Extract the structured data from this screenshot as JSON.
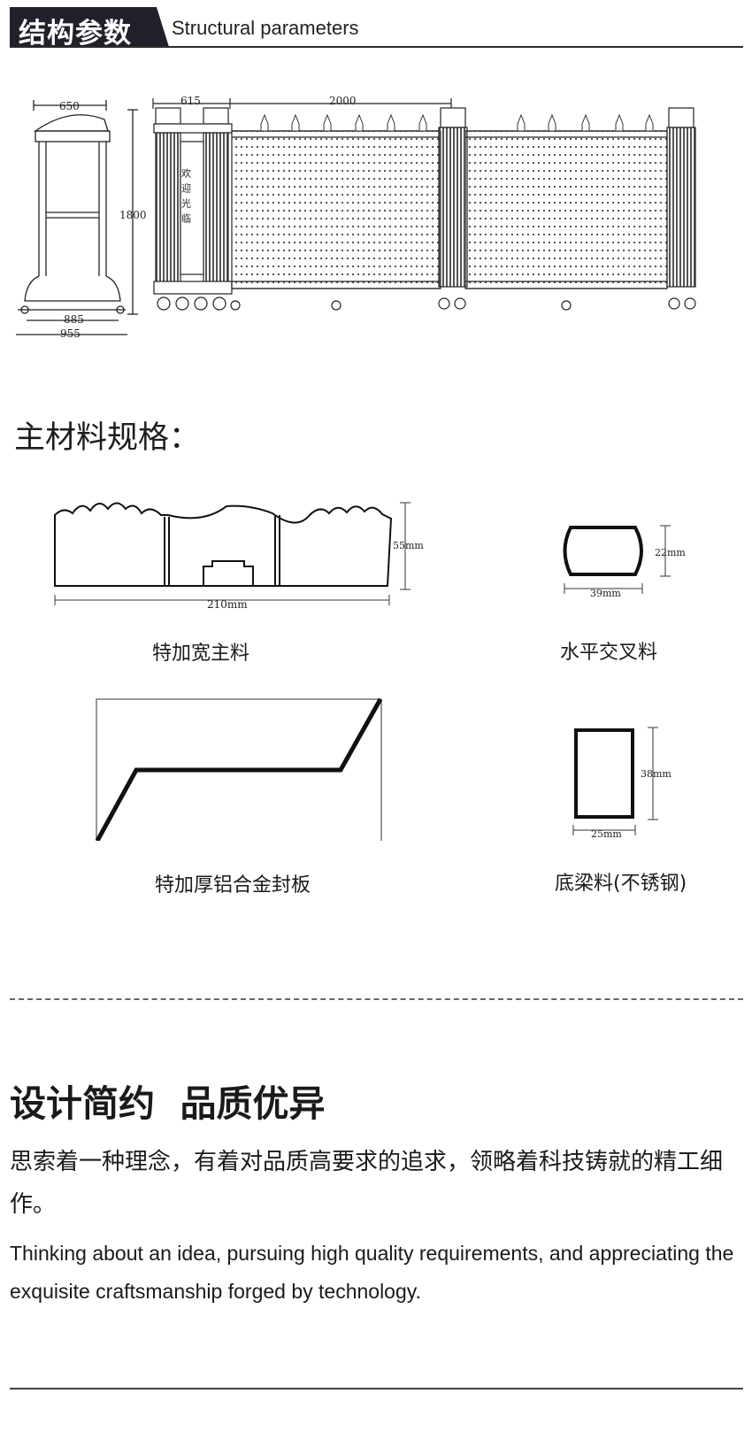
{
  "header": {
    "title_cn": "结构参数",
    "title_en": "Structural parameters"
  },
  "gate_diagram": {
    "dim_side_top": "650",
    "dim_height": "1800",
    "dim_side_bottom_inner": "885",
    "dim_side_bottom_outer": "955",
    "dim_head": "615",
    "dim_section": "2000",
    "sign_text": "欢迎光临"
  },
  "materials": {
    "section_title": "主材料规格：",
    "items": [
      {
        "caption": "特加宽主料",
        "dims": [
          "210mm",
          "55mm"
        ]
      },
      {
        "caption": "水平交叉料",
        "dims": [
          "39mm",
          "22mm"
        ]
      },
      {
        "caption": "特加厚铝合金封板",
        "dims": []
      },
      {
        "caption": "底梁料(不锈钢)",
        "dims": [
          "25mm",
          "38mm"
        ]
      }
    ]
  },
  "feature": {
    "heading": "设计简约  品质优异",
    "body_cn": "思索着一种理念，有着对品质高要求的追求，领略着科技铸就的精工细作。",
    "body_en": "Thinking about an idea, pursuing high quality requirements, and appreciating the exquisite craftsmanship forged by technology."
  }
}
